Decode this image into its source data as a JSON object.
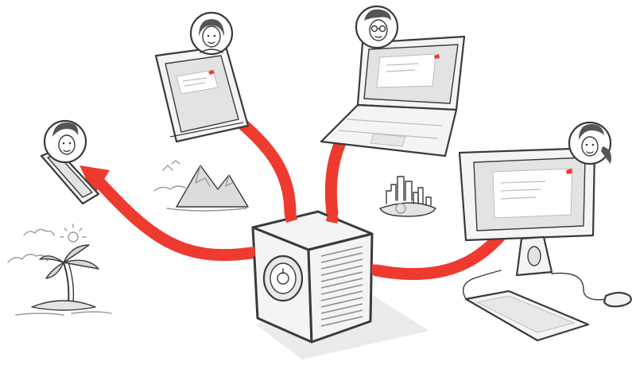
{
  "colors": {
    "arrow": "#ef3a2f",
    "ink": "#3a3a3a",
    "screen": "#e3e3e3",
    "device_body": "#f4f4f4",
    "shadow": "#ebebeb",
    "background": "#ffffff"
  },
  "nodes": [
    {
      "id": "central-box",
      "icon": "cube-server-icon"
    },
    {
      "id": "tablet",
      "icon": "tablet-icon",
      "avatar": "woman-avatar-icon"
    },
    {
      "id": "laptop",
      "icon": "laptop-icon",
      "avatar": "man-with-glasses-avatar-icon"
    },
    {
      "id": "phone",
      "icon": "smartphone-icon",
      "avatar": "man-avatar-icon"
    },
    {
      "id": "desktop",
      "icon": "desktop-computer-icon",
      "avatar": "woman-with-ponytail-avatar-icon"
    }
  ],
  "connections": [
    {
      "from": "central-box",
      "to": "tablet"
    },
    {
      "from": "central-box",
      "to": "laptop"
    },
    {
      "from": "central-box",
      "to": "phone"
    },
    {
      "from": "central-box",
      "to": "desktop"
    }
  ],
  "decorations": [
    "palm-island-icon",
    "mountains-icon",
    "city-skyline-icon"
  ]
}
